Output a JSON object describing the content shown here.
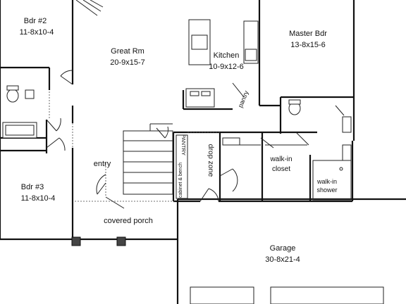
{
  "rooms": {
    "bdr2": {
      "name": "Bdr #2",
      "dims": "11-8x10-4"
    },
    "great": {
      "name": "Great Rm",
      "dims": "20-9x15-7"
    },
    "kitchen": {
      "name": "Kitchen",
      "dims": "10-9x12-6"
    },
    "master": {
      "name": "Master Bdr",
      "dims": "13-8x15-6"
    },
    "bdr3": {
      "name": "Bdr #3",
      "dims": "11-8x10-4"
    },
    "garage": {
      "name": "Garage",
      "dims": "30-8x21-4"
    }
  },
  "labels": {
    "entry": "entry",
    "covered_porch": "covered porch",
    "pantry_kitchen": "pantry",
    "pantry_hall": "PANTRY",
    "cabinet_bench": "cabinet & bench",
    "drop_zone": "drop zone",
    "walkin_closet_1": "walk-in",
    "walkin_closet_2": "closet",
    "walkin_shower_1": "walk-in",
    "walkin_shower_2": "shower"
  }
}
